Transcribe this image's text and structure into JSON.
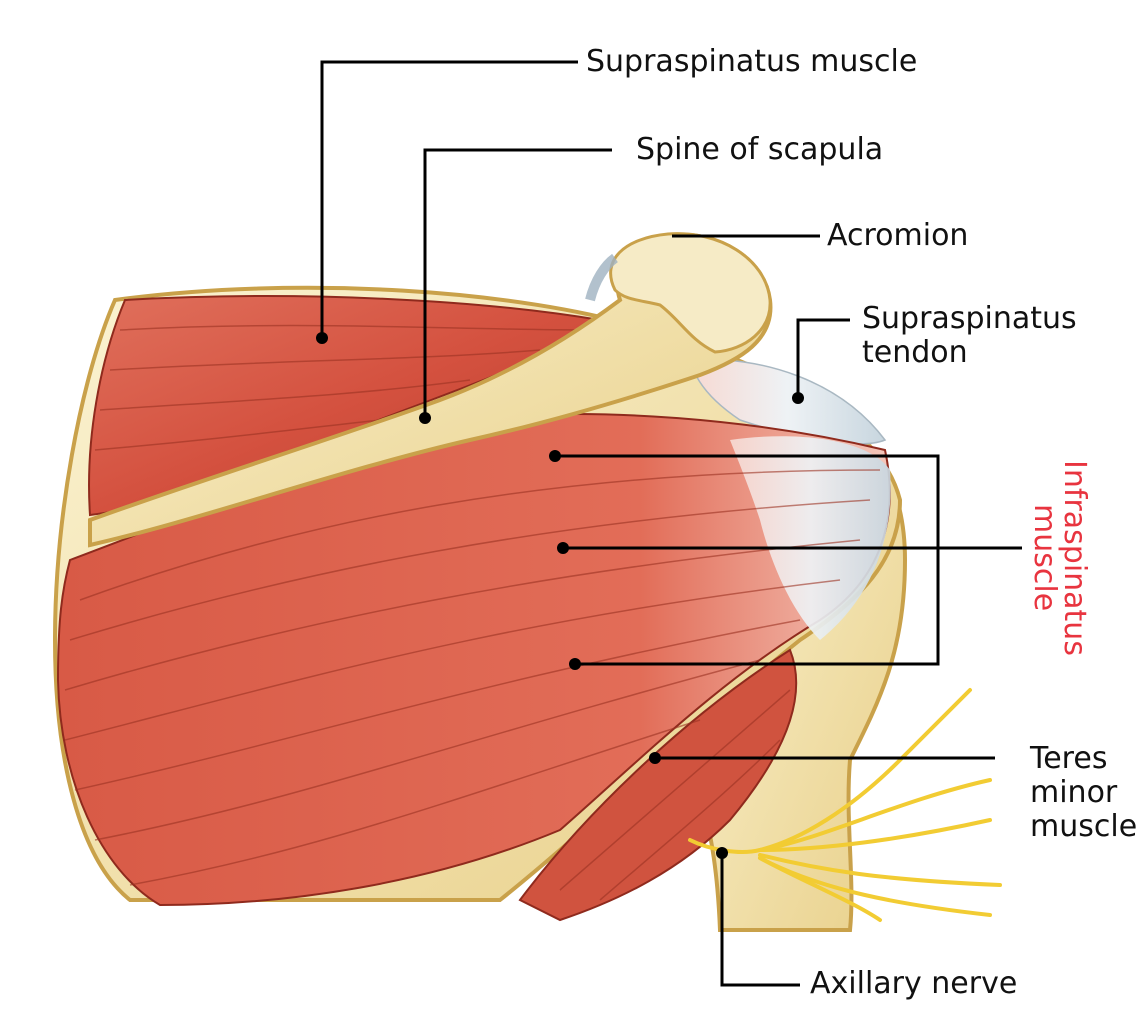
{
  "labels": {
    "supraspinatus_muscle": "Supraspinatus muscle",
    "spine_of_scapula": "Spine of scapula",
    "acromion": "Acromion",
    "supraspinatus_tendon": "Supraspinatus\ntendon",
    "infraspinatus_muscle": "Infraspinatus\nmuscle",
    "teres_minor_muscle": "Teres\nminor\nmuscle",
    "axillary_nerve": "Axillary nerve"
  },
  "colors": {
    "muscle": "#d4513f",
    "muscle_dark": "#a83425",
    "muscle_light": "#f2a08e",
    "bone": "#f2e4b4",
    "bone_edge": "#c9a14a",
    "tendon": "#e9eef2",
    "nerve": "#f4d23a",
    "leader": "#000000",
    "highlight_label": "#e8343f"
  }
}
